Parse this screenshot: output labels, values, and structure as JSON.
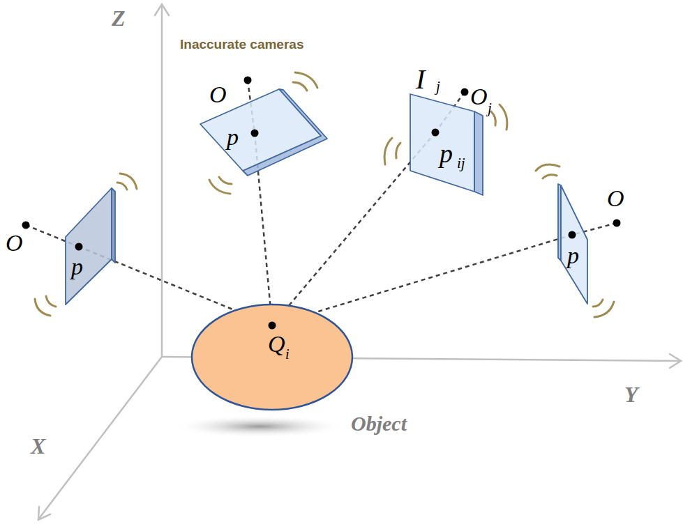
{
  "diagram": {
    "nodes": [
      {
        "text": [
          "p"
        ]
      },
      {
        "text": [
          "p"
        ]
      },
      {
        "text": [
          "p",
          "ij"
        ]
      },
      {
        "text": [
          "p"
        ]
      },
      {
        "text": [
          "Q",
          "i",
          "Object"
        ]
      }
    ],
    "edges": [
      {
        "from": 0,
        "to": 4,
        "arrow": "none"
      },
      {
        "from": 1,
        "to": 4,
        "arrow": "none"
      },
      {
        "from": 2,
        "to": 4,
        "arrow": "none"
      },
      {
        "from": 3,
        "to": 4,
        "arrow": "none"
      }
    ],
    "labels": [
      "Z",
      "Inaccurate cameras",
      "O",
      "I",
      "j",
      "O",
      "j",
      "O",
      "O",
      "Y",
      "X"
    ]
  }
}
